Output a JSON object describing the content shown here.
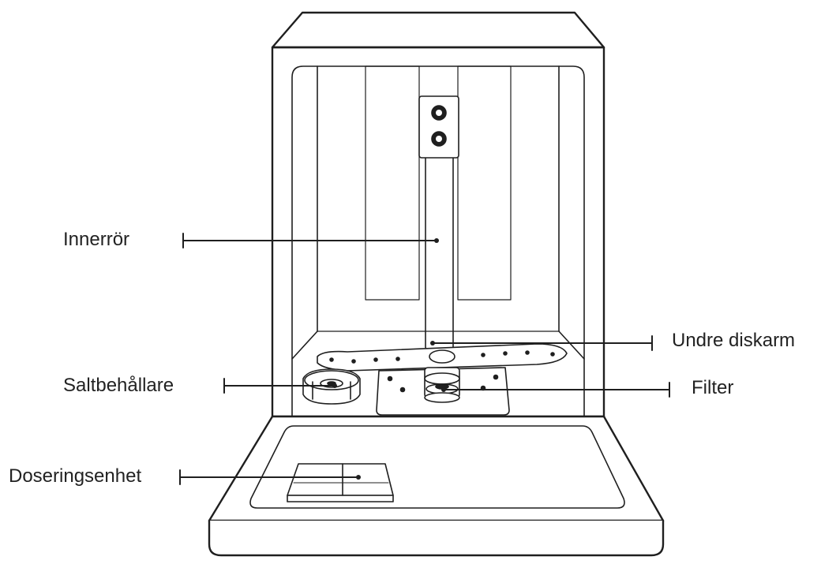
{
  "labels": {
    "inner_pipe": "Innerrör",
    "lower_spray_arm": "Undre diskarm",
    "salt_container": "Saltbehållare",
    "filter": "Filter",
    "dispenser": "Doseringsenhet"
  },
  "colors": {
    "line": "#1f1f1f",
    "text": "#222222",
    "fill": "#ffffff"
  }
}
